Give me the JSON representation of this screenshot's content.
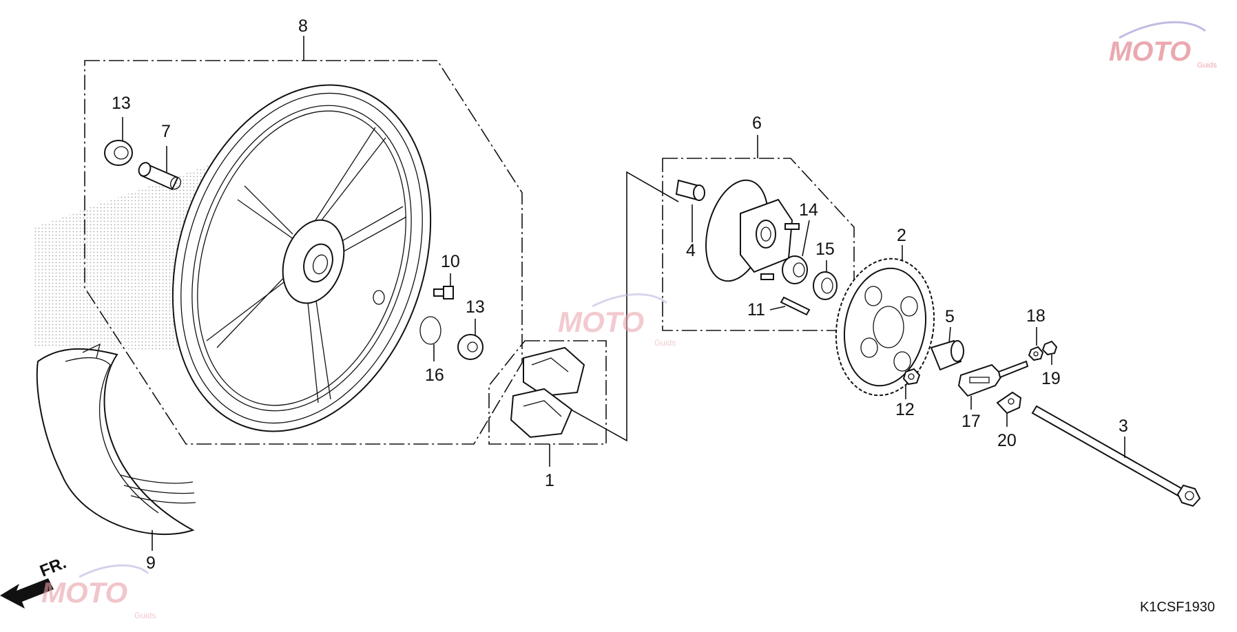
{
  "callouts": {
    "c1": "1",
    "c2": "2",
    "c3": "3",
    "c4": "4",
    "c5": "5",
    "c6": "6",
    "c7": "7",
    "c8": "8",
    "c9": "9",
    "c10": "10",
    "c11": "11",
    "c12": "12",
    "c13a": "13",
    "c13b": "13",
    "c14": "14",
    "c15": "15",
    "c16": "16",
    "c17": "17",
    "c18": "18",
    "c19": "19",
    "c20": "20"
  },
  "direction_label": "FR.",
  "diagram_code": "K1CSF1930",
  "watermark": {
    "text": "MOTO",
    "subtext": "Guids",
    "color_primary": "#e8a0a8",
    "color_secondary": "#b9b4de"
  },
  "colors": {
    "line": "#111111",
    "background": "#ffffff"
  }
}
